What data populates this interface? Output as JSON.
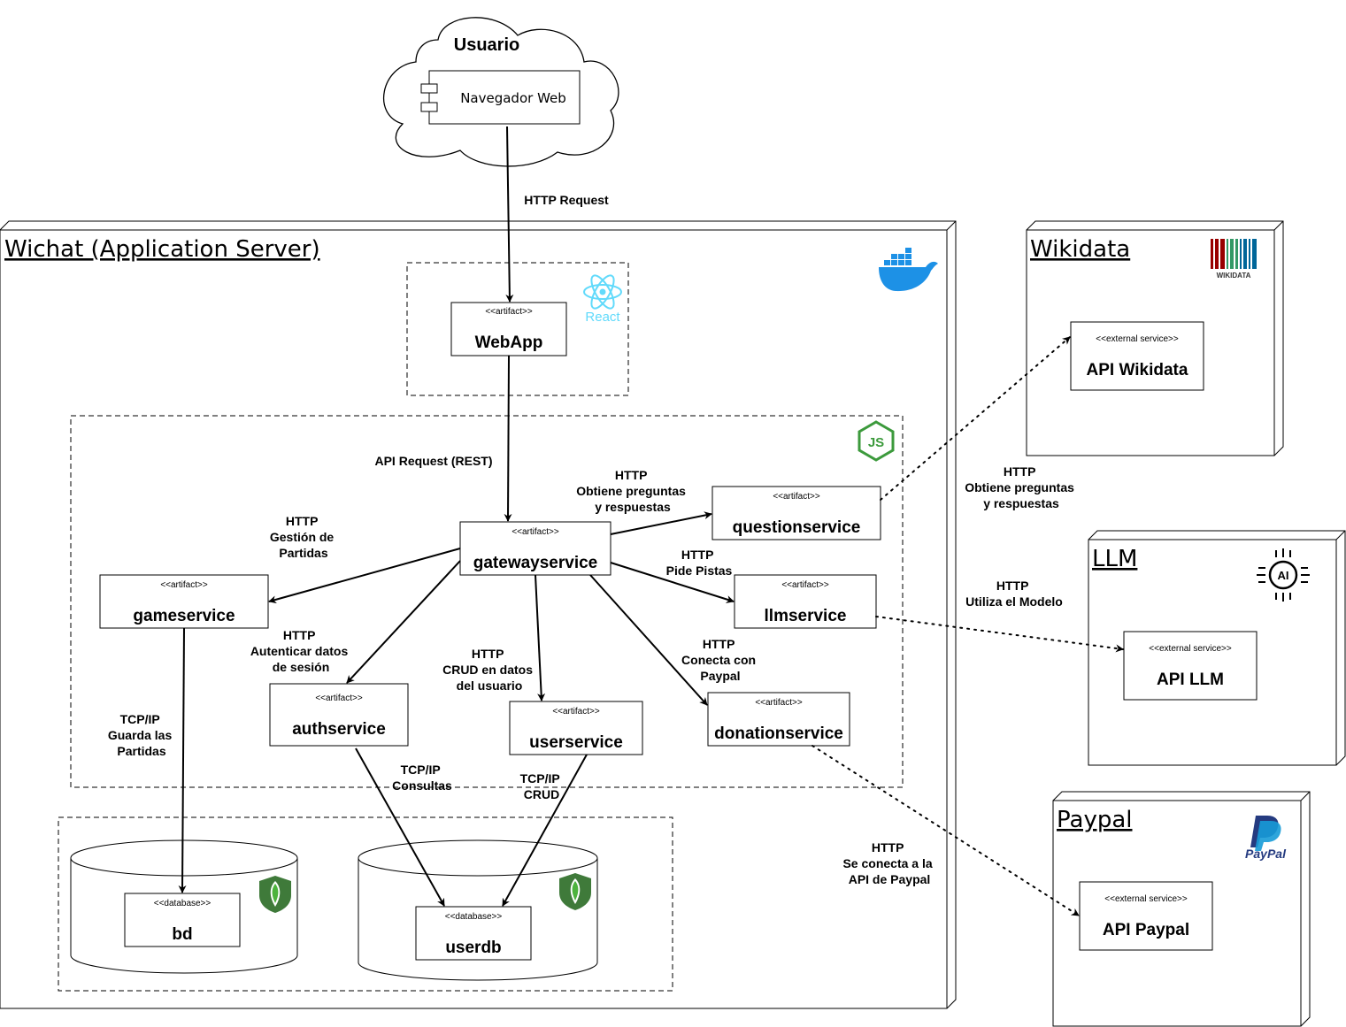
{
  "usuario": {
    "title": "Usuario",
    "browser": "Navegador Web"
  },
  "server": {
    "title": "Wichat (Application Server)"
  },
  "react_label": "React",
  "components": {
    "webapp": {
      "stereo": "<<artifact>>",
      "name": "WebApp"
    },
    "gateway": {
      "stereo": "<<artifact>>",
      "name": "gatewayservice"
    },
    "question": {
      "stereo": "<<artifact>>",
      "name": "questionservice"
    },
    "llm": {
      "stereo": "<<artifact>>",
      "name": "llmservice"
    },
    "game": {
      "stereo": "<<artifact>>",
      "name": "gameservice"
    },
    "auth": {
      "stereo": "<<artifact>>",
      "name": "authservice"
    },
    "user": {
      "stereo": "<<artifact>>",
      "name": "userservice"
    },
    "donation": {
      "stereo": "<<artifact>>",
      "name": "donationservice"
    },
    "bd": {
      "stereo": "<<database>>",
      "name": "bd"
    },
    "userdb": {
      "stereo": "<<database>>",
      "name": "userdb"
    }
  },
  "external": {
    "wikidata": {
      "title": "Wikidata",
      "logo_text": "WIKIDATA",
      "stereo": "<<external service>>",
      "name": "API Wikidata"
    },
    "llm": {
      "title": "LLM",
      "logo_text": "AI",
      "stereo": "<<external service>>",
      "name": "API LLM"
    },
    "paypal": {
      "title": "Paypal",
      "logo_text": "PayPal",
      "stereo": "<<external service>>",
      "name": "API Paypal"
    }
  },
  "edges": {
    "http_request": "HTTP Request",
    "api_request": "API Request (REST)",
    "gw_question": [
      "HTTP",
      "Obtiene preguntas",
      "y respuestas"
    ],
    "gw_llm": [
      "HTTP",
      "Pide Pistas"
    ],
    "gw_game": [
      "HTTP",
      "Gestión de",
      "Partidas"
    ],
    "gw_auth": [
      "HTTP",
      "Autenticar datos",
      "de sesión"
    ],
    "gw_user": [
      "HTTP",
      "CRUD en datos",
      "del usuario"
    ],
    "gw_donation": [
      "HTTP",
      "Conecta con",
      "Paypal"
    ],
    "game_bd": [
      "TCP/IP",
      "Guarda las",
      "Partidas"
    ],
    "auth_userdb": [
      "TCP/IP",
      "Consultas"
    ],
    "user_userdb": [
      "TCP/IP",
      "CRUD"
    ],
    "question_wikidata": [
      "HTTP",
      "Obtiene preguntas",
      "y respuestas"
    ],
    "llm_api": [
      "HTTP",
      "Utiliza el Modelo"
    ],
    "donation_paypal": [
      "HTTP",
      "Se conecta a la",
      "API de Paypal"
    ]
  }
}
